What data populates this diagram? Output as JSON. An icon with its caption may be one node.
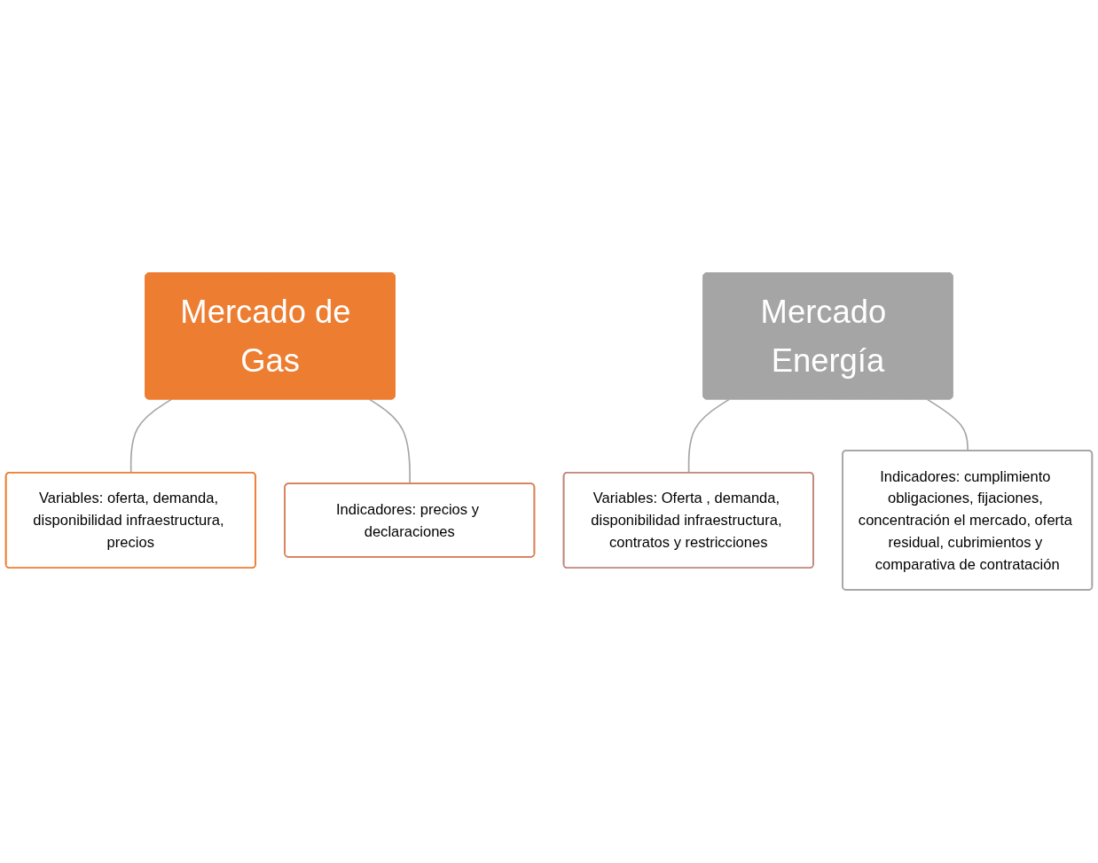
{
  "diagram": {
    "nodes": [
      {
        "text": [
          "Mercado de Gas"
        ]
      },
      {
        "text": [
          "Variables: oferta, demanda, disponibilidad infraestructura, precios"
        ]
      },
      {
        "text": [
          "Indicadores: precios y declaraciones"
        ]
      },
      {
        "text": [
          "Mercado Energía"
        ]
      },
      {
        "text": [
          "Variables: Oferta , demanda, disponibilidad infraestructura, contratos y restricciones"
        ]
      },
      {
        "text": [
          "Indicadores: cumplimiento obligaciones, fijaciones, concentración el mercado, oferta residual, cubrimientos y comparativa de contratación"
        ]
      }
    ],
    "edges": [
      {
        "from": 0,
        "to": 1,
        "arrow": "none"
      },
      {
        "from": 0,
        "to": 2,
        "arrow": "none"
      },
      {
        "from": 3,
        "to": 4,
        "arrow": "none"
      },
      {
        "from": 3,
        "to": 5,
        "arrow": "none"
      }
    ]
  }
}
